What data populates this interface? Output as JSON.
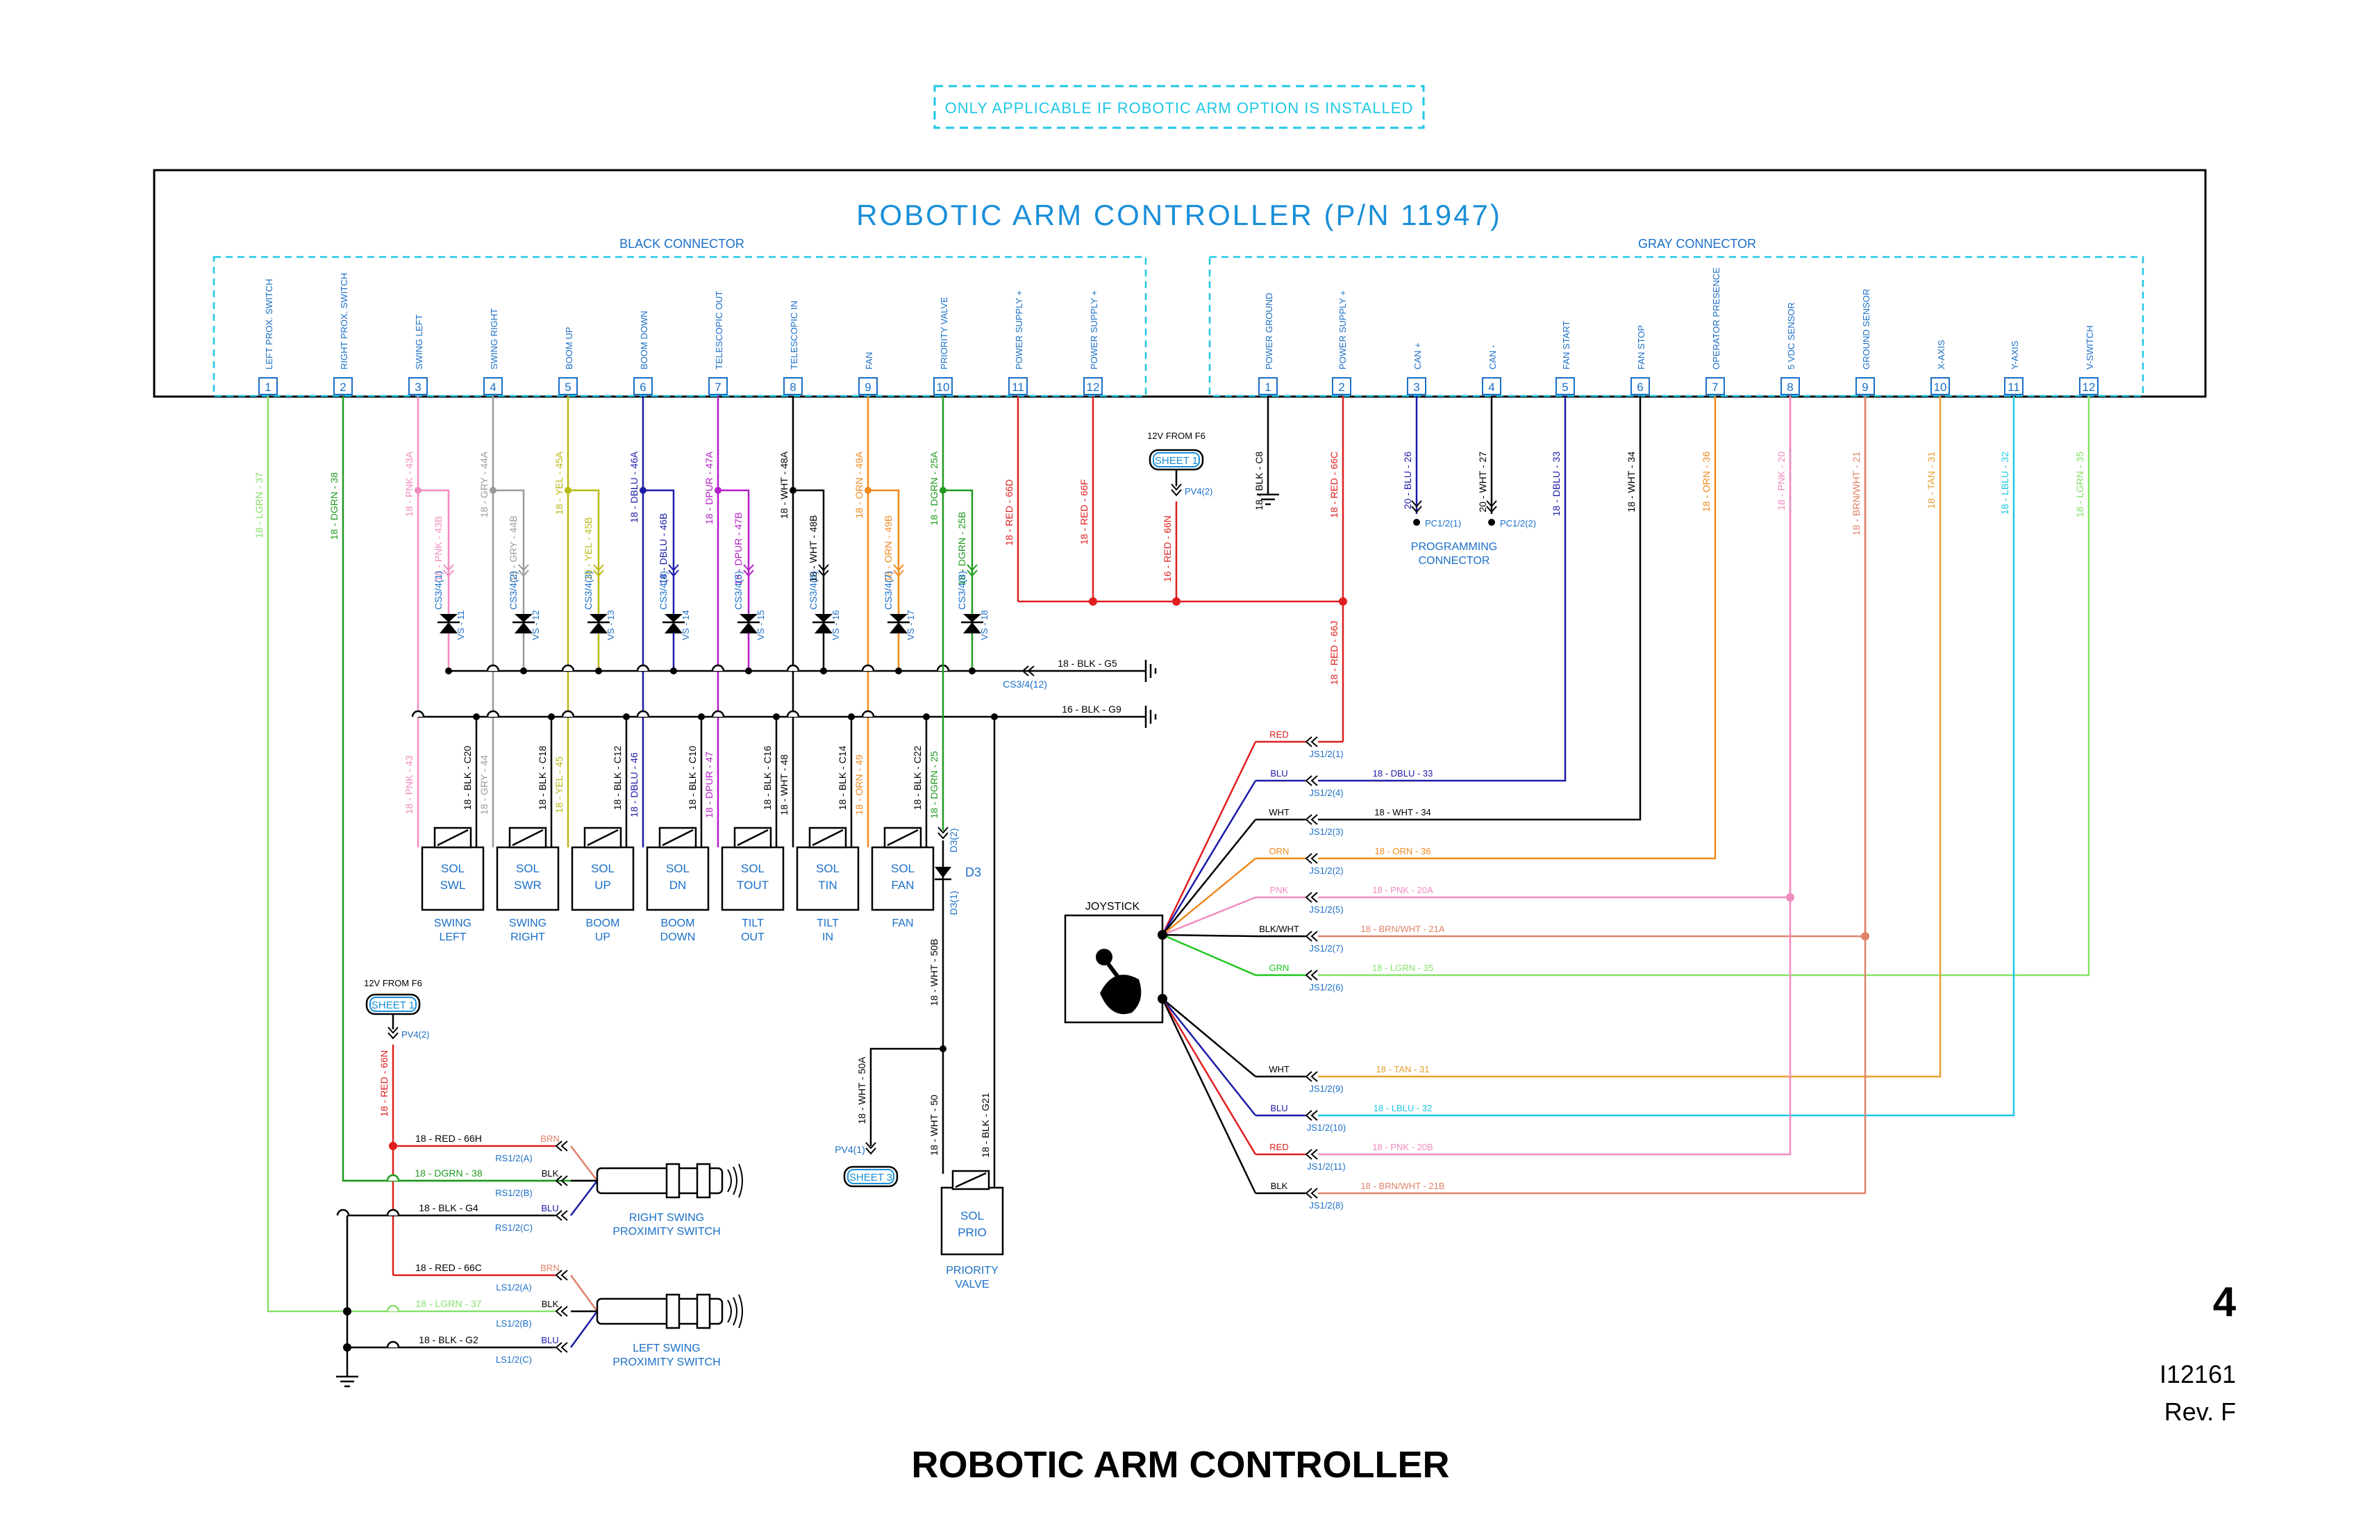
{
  "option_note": "ONLY APPLICABLE IF ROBOTIC ARM OPTION IS INSTALLED",
  "controller_title": "ROBOTIC ARM CONTROLLER (P/N 11947)",
  "black_connector": {
    "label": "BLACK CONNECTOR",
    "pins": [
      {
        "num": "1",
        "name": "LEFT PROX. SWITCH",
        "wire": "18 - LGRN - 37",
        "color": "#86e06a"
      },
      {
        "num": "2",
        "name": "RIGHT PROX. SWITCH",
        "wire": "18 - DGRN - 38",
        "color": "#1f9a1f"
      },
      {
        "num": "3",
        "name": "SWING LEFT",
        "wire": "18 - PNK - 43A",
        "color": "#f08cc0"
      },
      {
        "num": "4",
        "name": "SWING RIGHT",
        "wire": "18 - GRY - 44A",
        "color": "#9a9a9a"
      },
      {
        "num": "5",
        "name": "BOOM UP",
        "wire": "18 - YEL - 45A",
        "color": "#b8b814"
      },
      {
        "num": "6",
        "name": "BOOM DOWN",
        "wire": "18 - DBLU - 46A",
        "color": "#1a1aa8"
      },
      {
        "num": "7",
        "name": "TELESCOPIC OUT",
        "wire": "18 - DPUR - 47A",
        "color": "#b41ec8"
      },
      {
        "num": "8",
        "name": "TELESCOPIC IN",
        "wire": "18 - WHT - 48A",
        "color": "#000000"
      },
      {
        "num": "9",
        "name": "FAN",
        "wire": "18 - ORN - 49A",
        "color": "#f08a1e"
      },
      {
        "num": "10",
        "name": "PRIORITY VALVE",
        "wire": "18 - DGRN - 25A",
        "color": "#1f9a1f"
      },
      {
        "num": "11",
        "name": "POWER SUPPLY +",
        "wire": "18 - RED - 66D",
        "color": "#e01e1e"
      },
      {
        "num": "12",
        "name": "POWER SUPPLY +",
        "wire": "18 - RED - 66F",
        "color": "#e01e1e"
      }
    ]
  },
  "gray_connector": {
    "label": "GRAY CONNECTOR",
    "pins": [
      {
        "num": "1",
        "name": "POWER GROUND",
        "wire": "18 - BLK - C8",
        "color": "#000000"
      },
      {
        "num": "2",
        "name": "POWER SUPPLY +",
        "wire": "18 - RED - 66C",
        "color": "#e01e1e"
      },
      {
        "num": "3",
        "name": "CAN +",
        "wire": "20 - BLU - 26",
        "color": "#1a1aa8"
      },
      {
        "num": "4",
        "name": "CAN -",
        "wire": "20 - WHT - 27",
        "color": "#000000"
      },
      {
        "num": "5",
        "name": "FAN START",
        "wire": "18 - DBLU - 33",
        "color": "#1a1aa8"
      },
      {
        "num": "6",
        "name": "FAN STOP",
        "wire": "18 - WHT - 34",
        "color": "#000000"
      },
      {
        "num": "7",
        "name": "OPERATOR PRESENCE",
        "wire": "18 - ORN - 36",
        "color": "#f08a1e"
      },
      {
        "num": "8",
        "name": "5 VDC SENSOR",
        "wire": "18 - PNK - 20",
        "color": "#f08cc0"
      },
      {
        "num": "9",
        "name": "GROUND SENSOR",
        "wire": "18 - BRN/WHT - 21",
        "color": "#e0826a"
      },
      {
        "num": "10",
        "name": "X-AXIS",
        "wire": "18 - TAN - 31",
        "color": "#e8a030"
      },
      {
        "num": "11",
        "name": "Y-AXIS",
        "wire": "18 - LBLU - 32",
        "color": "#1ec8e6"
      },
      {
        "num": "12",
        "name": "V-SWITCH",
        "wire": "18 - LGRN - 35",
        "color": "#86e06a"
      }
    ]
  },
  "valves": {
    "upper_wires": [
      "18 - PNK - 43B",
      "18 - GRY - 44B",
      "18 - YEL - 45B",
      "18 - DBLU - 46B",
      "18 - DPUR - 47B",
      "18 - WHT - 48B",
      "18 - ORN - 49B",
      "18 - DGRN - 25B"
    ],
    "connectors": [
      "CS3/4(1)",
      "CS3/4(2)",
      "CS3/4(3)",
      "CS3/4(4)",
      "CS3/4(5)",
      "CS3/4(6)",
      "CS3/4(7)",
      "CS3/4(8)"
    ],
    "diodes": [
      "VS - 11",
      "VS - 12",
      "VS - 13",
      "VS - 14",
      "VS - 15",
      "VS - 16",
      "VS - 17",
      "VS - 18"
    ],
    "ground_wire_1": "18 - BLK - G5",
    "ground_conn_1": "CS3/4(12)",
    "ground_wire_2": "16 - BLK - G9"
  },
  "solenoids": [
    {
      "box1": "SOL",
      "box2": "SWL",
      "cap1": "SWING",
      "cap2": "LEFT",
      "wire": "18 - PNK - 43",
      "gnd": "18 - BLK - C20"
    },
    {
      "box1": "SOL",
      "box2": "SWR",
      "cap1": "SWING",
      "cap2": "RIGHT",
      "wire": "18 - GRY - 44",
      "gnd": "18 - BLK - C18"
    },
    {
      "box1": "SOL",
      "box2": "UP",
      "cap1": "BOOM",
      "cap2": "UP",
      "wire": "18 - YEL - 45",
      "gnd": "18 - BLK - C12"
    },
    {
      "box1": "SOL",
      "box2": "DN",
      "cap1": "BOOM",
      "cap2": "DOWN",
      "wire": "18 - DBLU - 46",
      "gnd": "18 - BLK - C10"
    },
    {
      "box1": "SOL",
      "box2": "TOUT",
      "cap1": "TILT",
      "cap2": "OUT",
      "wire": "18 - DPUR - 47",
      "gnd": "18 - BLK - C16"
    },
    {
      "box1": "SOL",
      "box2": "TIN",
      "cap1": "TILT",
      "cap2": "IN",
      "wire": "18 - WHT - 48",
      "gnd": "18 - BLK - C14"
    },
    {
      "box1": "SOL",
      "box2": "FAN",
      "cap1": "FAN",
      "cap2": "",
      "wire": "18 - ORN - 49",
      "gnd": "18 - BLK - C22"
    }
  ],
  "priority": {
    "wire_top": "18 - DGRN - 25",
    "d3": "D3",
    "d3_2": "D3(2)",
    "d3_1": "D3(1)",
    "wire_50b": "18 - WHT - 50B",
    "wire_50a": "18 - WHT - 50A",
    "wire_50": "18 - WHT - 50",
    "wire_g21": "18 - BLK - G21",
    "pv_conn": "PV4(1)",
    "sheet_ref": "SHEET 3",
    "sol1": "SOL",
    "sol2": "PRIO",
    "cap1": "PRIORITY",
    "cap2": "VALVE"
  },
  "supply_top": {
    "from": "12V FROM F6",
    "sheet": "SHEET 1",
    "pv": "PV4(2)",
    "wire": "16 - RED - 66N",
    "wire_66j": "18 - RED - 66J"
  },
  "programming": {
    "pc1": "PC1/2(1)",
    "pc2": "PC1/2(2)",
    "label1": "PROGRAMMING",
    "label2": "CONNECTOR"
  },
  "joystick": {
    "label": "JOYSTICK",
    "wires": [
      {
        "tag": "RED",
        "conn": "JS1/2(1)",
        "wire": "",
        "color": "#e01e1e"
      },
      {
        "tag": "BLU",
        "conn": "JS1/2(4)",
        "wire": "18 - DBLU - 33",
        "color": "#1a1aa8"
      },
      {
        "tag": "WHT",
        "conn": "JS1/2(3)",
        "wire": "18 - WHT - 34",
        "color": "#000000"
      },
      {
        "tag": "ORN",
        "conn": "JS1/2(2)",
        "wire": "18 - ORN - 36",
        "color": "#f08a1e"
      },
      {
        "tag": "PNK",
        "conn": "JS1/2(5)",
        "wire": "18 - PNK - 20A",
        "color": "#f08cc0"
      },
      {
        "tag": "BLK/WHT",
        "conn": "JS1/2(7)",
        "wire": "18 - BRN/WHT - 21A",
        "color": "#e0826a"
      },
      {
        "tag": "GRN",
        "conn": "JS1/2(6)",
        "wire": "18 - LGRN - 35",
        "color": "#86e06a"
      },
      {
        "tag": "WHT",
        "conn": "JS1/2(9)",
        "wire": "18 - TAN - 31",
        "color": "#e8a030"
      },
      {
        "tag": "BLU",
        "conn": "JS1/2(10)",
        "wire": "18 - LBLU - 32",
        "color": "#1ec8e6"
      },
      {
        "tag": "RED",
        "conn": "JS1/2(11)",
        "wire": "18 - PNK - 20B",
        "color": "#f08cc0"
      },
      {
        "tag": "BLK",
        "conn": "JS1/2(8)",
        "wire": "18 - BRN/WHT - 21B",
        "color": "#e0826a"
      }
    ]
  },
  "prox": {
    "from": "12V FROM F6",
    "sheet": "SHEET 1",
    "pv": "PV4(2)",
    "wire_66n": "18 - RED - 66N",
    "right": {
      "w_red": "18 - RED - 66H",
      "w_grn": "18 - DGRN - 38",
      "w_blk": "18 - BLK - G4",
      "brn": "BRN",
      "blk": "BLK",
      "blu": "BLU",
      "ca": "RS1/2(A)",
      "cb": "RS1/2(B)",
      "cc": "RS1/2(C)",
      "label1": "RIGHT SWING",
      "label2": "PROXIMITY SWITCH"
    },
    "left": {
      "w_red": "18 - RED - 66C",
      "w_grn": "18 - LGRN - 37",
      "w_blk": "18 - BLK - G2",
      "brn": "BRN",
      "blk": "BLK",
      "blu": "BLU",
      "ca": "LS1/2(A)",
      "cb": "LS1/2(B)",
      "cc": "LS1/2(C)",
      "label1": "LEFT SWING",
      "label2": "PROXIMITY SWITCH"
    }
  },
  "page_number": "4",
  "doc_id": "I12161",
  "revision": "Rev. F",
  "page_title": "ROBOTIC ARM CONTROLLER"
}
